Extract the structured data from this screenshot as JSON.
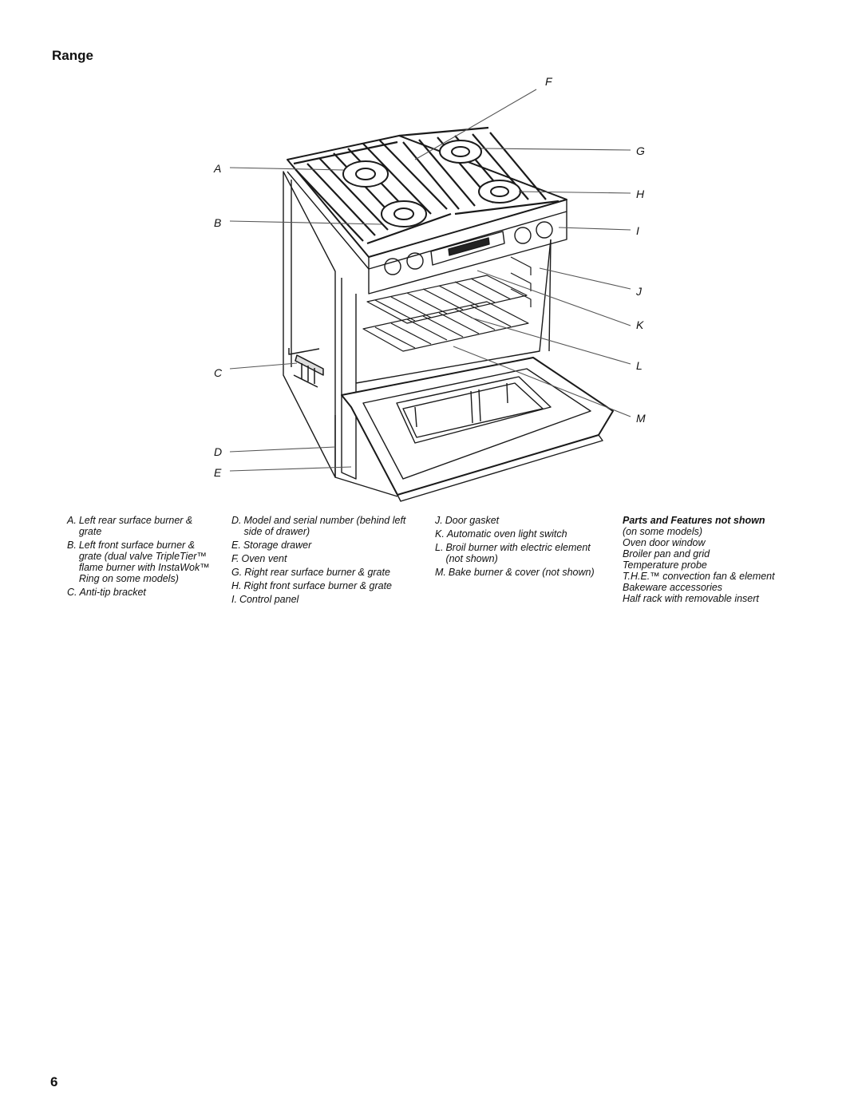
{
  "title": "Range",
  "callouts": {
    "A": "A",
    "B": "B",
    "C": "C",
    "D": "D",
    "E": "E",
    "F": "F",
    "G": "G",
    "H": "H",
    "I": "I",
    "J": "J",
    "K": "K",
    "L": "L",
    "M": "M"
  },
  "legend": {
    "col1": [
      {
        "key": "A.",
        "text": "Left rear surface burner & grate"
      },
      {
        "key": "B.",
        "text": "Left front surface burner & grate (dual valve TripleTier™ flame burner with InstaWok™ Ring on some models)"
      },
      {
        "key": "C.",
        "text": "Anti-tip bracket"
      }
    ],
    "col2": [
      {
        "key": "D.",
        "text": "Model and serial number (behind left side of drawer)"
      },
      {
        "key": "E.",
        "text": "Storage drawer"
      },
      {
        "key": "F.",
        "text": "Oven vent"
      },
      {
        "key": "G.",
        "text": "Right rear surface burner & grate"
      },
      {
        "key": "H.",
        "text": "Right front surface burner & grate"
      },
      {
        "key": "I.",
        "text": "Control panel"
      }
    ],
    "col3": [
      {
        "key": "J.",
        "text": "Door gasket"
      },
      {
        "key": "K.",
        "text": "Automatic oven light switch"
      },
      {
        "key": "L.",
        "text": "Broil burner with electric element (not shown)"
      },
      {
        "key": "M.",
        "text": "Bake burner & cover (not shown)"
      }
    ],
    "col4": {
      "heading": "Parts and Features not shown",
      "lines": [
        "(on some models)",
        "Oven door window",
        "Broiler pan and grid",
        "Temperature probe",
        "T.H.E.™ convection fan & element",
        "Bakeware accessories",
        "Half rack with removable insert"
      ]
    }
  },
  "page_number": "6"
}
